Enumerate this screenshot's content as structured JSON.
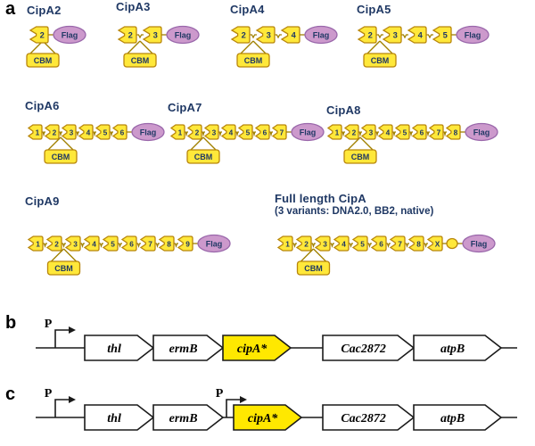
{
  "figure": {
    "panel_a": "a",
    "panel_b": "b",
    "panel_c": "c"
  },
  "colors": {
    "module_fill": "#FFE83A",
    "module_stroke": "#B8860B",
    "linker": "#A08000",
    "flag_fill": "#CC99CC",
    "flag_stroke": "#9966AA",
    "label_navy": "#1F3864",
    "gene_fill": "#FFFFFF",
    "gene_stroke": "#1A1A1A",
    "cipa_gene_fill": "#FFE800"
  },
  "constructs": [
    {
      "name": "CipA2",
      "modules": [
        "2"
      ],
      "cbm_label": "CBM",
      "cbm_after": "2",
      "flag_label": "Flag",
      "terminal_oval": false
    },
    {
      "name": "CipA3",
      "modules": [
        "2",
        "3"
      ],
      "cbm_label": "CBM",
      "cbm_after": "2",
      "flag_label": "Flag",
      "terminal_oval": false
    },
    {
      "name": "CipA4",
      "modules": [
        "2",
        "3",
        "4"
      ],
      "cbm_label": "CBM",
      "cbm_after": "2",
      "flag_label": "Flag",
      "terminal_oval": false
    },
    {
      "name": "CipA5",
      "modules": [
        "2",
        "3",
        "4",
        "5"
      ],
      "cbm_label": "CBM",
      "cbm_after": "2",
      "flag_label": "Flag",
      "terminal_oval": false
    },
    {
      "name": "CipA6",
      "modules": [
        "1",
        "2",
        "3",
        "4",
        "5",
        "6"
      ],
      "cbm_label": "CBM",
      "cbm_after": "2",
      "flag_label": "Flag",
      "terminal_oval": false
    },
    {
      "name": "CipA7",
      "modules": [
        "1",
        "2",
        "3",
        "4",
        "5",
        "6",
        "7"
      ],
      "cbm_label": "CBM",
      "cbm_after": "2",
      "flag_label": "Flag",
      "terminal_oval": false
    },
    {
      "name": "CipA8",
      "modules": [
        "1",
        "2",
        "3",
        "4",
        "5",
        "6",
        "7",
        "8"
      ],
      "cbm_label": "CBM",
      "cbm_after": "2",
      "flag_label": "Flag",
      "terminal_oval": false
    },
    {
      "name": "CipA9",
      "modules": [
        "1",
        "2",
        "3",
        "4",
        "5",
        "6",
        "7",
        "8",
        "9"
      ],
      "cbm_label": "CBM",
      "cbm_after": "2",
      "flag_label": "Flag",
      "terminal_oval": false
    },
    {
      "name": "Full length CipA",
      "subtitle": "(3 variants: DNA2.0, BB2, native)",
      "modules": [
        "1",
        "2",
        "3",
        "4",
        "5",
        "6",
        "7",
        "8",
        "X"
      ],
      "cbm_label": "CBM",
      "cbm_after": "2",
      "flag_label": "Flag",
      "terminal_oval": true
    }
  ],
  "operons": [
    {
      "id": "b",
      "promoter_label": "P",
      "promoters_before_genes": [
        0
      ],
      "genes": [
        {
          "label": "thl",
          "highlight": false
        },
        {
          "label": "ermB",
          "highlight": false
        },
        {
          "label": "cipA*",
          "highlight": true
        },
        {
          "label": "Cac2872",
          "highlight": false
        },
        {
          "label": "atpB",
          "highlight": false
        }
      ]
    },
    {
      "id": "c",
      "promoter_label": "P",
      "promoters_before_genes": [
        0,
        2
      ],
      "genes": [
        {
          "label": "thl",
          "highlight": false
        },
        {
          "label": "ermB",
          "highlight": false
        },
        {
          "label": "cipA*",
          "highlight": true
        },
        {
          "label": "Cac2872",
          "highlight": false
        },
        {
          "label": "atpB",
          "highlight": false
        }
      ]
    }
  ]
}
